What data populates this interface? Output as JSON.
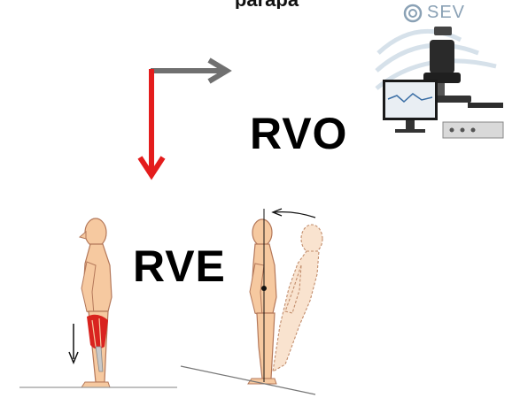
{
  "header": {
    "top_text": "parapa"
  },
  "labels": {
    "rvo": "RVO",
    "rve": "RVE"
  },
  "logo": {
    "text": "SEV"
  },
  "colors": {
    "arrow_gray": "#707070",
    "arrow_red": "#e41c1c",
    "skin": "#f6c9a0",
    "skin_outline": "#b4785a",
    "muscle_red": "#d9231f",
    "ground": "#9a9a9a"
  },
  "icons": {
    "logo": "sev-swirl-icon",
    "equipment": "posturography-chair-icon"
  }
}
